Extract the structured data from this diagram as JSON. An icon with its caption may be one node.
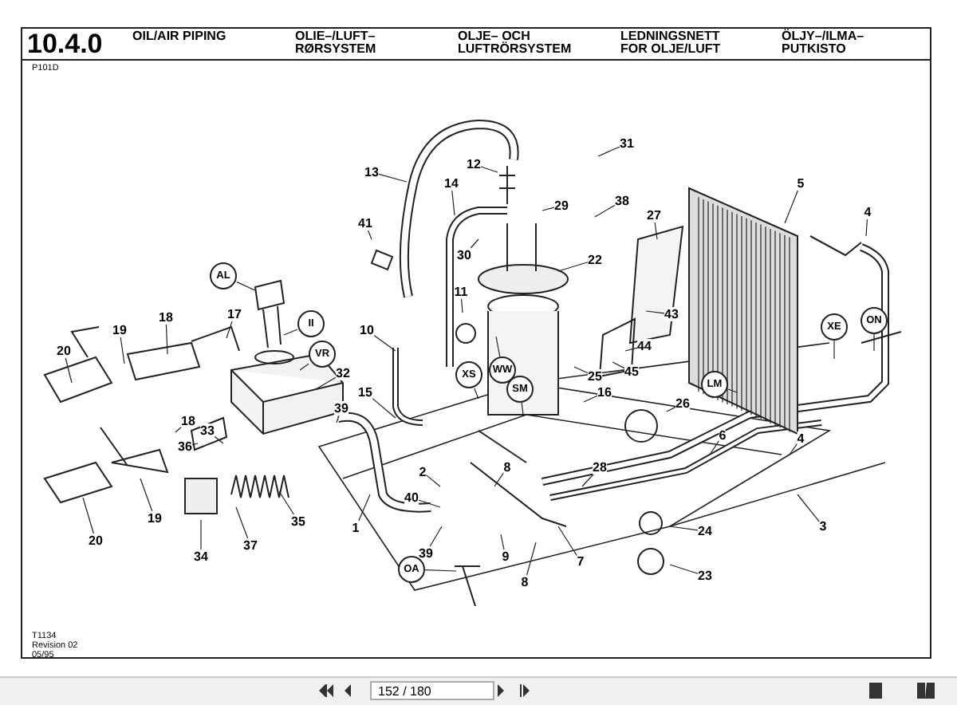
{
  "diagram": {
    "title": "10.4.0",
    "nodes": [
      {
        "text": [
          "13"
        ]
      },
      {
        "text": [
          "12"
        ]
      },
      {
        "text": [
          "31"
        ]
      },
      {
        "text": [
          "14"
        ]
      },
      {
        "text": [
          "29"
        ]
      },
      {
        "text": [
          "38"
        ]
      },
      {
        "text": [
          "41"
        ]
      },
      {
        "text": [
          "30"
        ]
      },
      {
        "text": [
          "22"
        ]
      },
      {
        "text": [
          "27"
        ]
      },
      {
        "text": [
          "5"
        ]
      },
      {
        "text": [
          "4"
        ]
      },
      {
        "text": [
          "11"
        ]
      },
      {
        "text": [
          "AL"
        ]
      },
      {
        "text": [
          "II"
        ]
      },
      {
        "text": [
          "VR"
        ]
      },
      {
        "text": [
          "17"
        ]
      },
      {
        "text": [
          "18"
        ]
      },
      {
        "text": [
          "19"
        ]
      },
      {
        "text": [
          "20"
        ]
      },
      {
        "text": [
          "10"
        ]
      },
      {
        "text": [
          "43"
        ]
      },
      {
        "text": [
          "44"
        ]
      },
      {
        "text": [
          "45"
        ]
      },
      {
        "text": [
          "25"
        ]
      },
      {
        "text": [
          "16"
        ]
      },
      {
        "text": [
          "XE"
        ]
      },
      {
        "text": [
          "ON"
        ]
      },
      {
        "text": [
          "XS"
        ]
      },
      {
        "text": [
          "WW"
        ]
      },
      {
        "text": [
          "SM"
        ]
      },
      {
        "text": [
          "LM"
        ]
      },
      {
        "text": [
          "32"
        ]
      },
      {
        "text": [
          "39"
        ]
      },
      {
        "text": [
          "15"
        ]
      },
      {
        "text": [
          "18"
        ]
      },
      {
        "text": [
          "33"
        ]
      },
      {
        "text": [
          "36"
        ]
      },
      {
        "text": [
          "26"
        ]
      },
      {
        "text": [
          "6"
        ]
      },
      {
        "text": [
          "4"
        ]
      },
      {
        "text": [
          "2"
        ]
      },
      {
        "text": [
          "28"
        ]
      },
      {
        "text": [
          "8"
        ]
      },
      {
        "text": [
          "40"
        ]
      },
      {
        "text": [
          "19"
        ]
      },
      {
        "text": [
          "35"
        ]
      },
      {
        "text": [
          "1"
        ]
      },
      {
        "text": [
          "3"
        ]
      },
      {
        "text": [
          "24"
        ]
      },
      {
        "text": [
          "20"
        ]
      },
      {
        "text": [
          "37"
        ]
      },
      {
        "text": [
          "34"
        ]
      },
      {
        "text": [
          "39"
        ]
      },
      {
        "text": [
          "9"
        ]
      },
      {
        "text": [
          "7"
        ]
      },
      {
        "text": [
          "OA"
        ]
      },
      {
        "text": [
          "8"
        ]
      },
      {
        "text": [
          "23"
        ]
      }
    ],
    "edges": [
      {
        "from": 0,
        "to": null,
        "arrow": "none"
      },
      {
        "from": 1,
        "to": null,
        "arrow": "none"
      },
      {
        "from": 2,
        "to": null,
        "arrow": "none"
      },
      {
        "from": 3,
        "to": null,
        "arrow": "none"
      },
      {
        "from": 4,
        "to": null,
        "arrow": "none"
      },
      {
        "from": 5,
        "to": null,
        "arrow": "none"
      },
      {
        "from": 6,
        "to": null,
        "arrow": "none"
      },
      {
        "from": 7,
        "to": null,
        "arrow": "none"
      },
      {
        "from": 8,
        "to": null,
        "arrow": "none"
      },
      {
        "from": 9,
        "to": null,
        "arrow": "none"
      },
      {
        "from": 10,
        "to": null,
        "arrow": "none"
      },
      {
        "from": 11,
        "to": null,
        "arrow": "none"
      },
      {
        "from": 12,
        "to": null,
        "arrow": "none"
      },
      {
        "from": 13,
        "to": null,
        "arrow": "none"
      },
      {
        "from": 14,
        "to": null,
        "arrow": "none"
      },
      {
        "from": 15,
        "to": null,
        "arrow": "none"
      },
      {
        "from": 16,
        "to": null,
        "arrow": "none"
      },
      {
        "from": 17,
        "to": null,
        "arrow": "none"
      },
      {
        "from": 18,
        "to": null,
        "arrow": "none"
      },
      {
        "from": 19,
        "to": null,
        "arrow": "none"
      },
      {
        "from": 20,
        "to": null,
        "arrow": "none"
      },
      {
        "from": 21,
        "to": null,
        "arrow": "none"
      },
      {
        "from": 22,
        "to": null,
        "arrow": "none"
      },
      {
        "from": 23,
        "to": null,
        "arrow": "none"
      },
      {
        "from": 24,
        "to": null,
        "arrow": "none"
      },
      {
        "from": 25,
        "to": null,
        "arrow": "none"
      },
      {
        "from": 26,
        "to": null,
        "arrow": "none"
      },
      {
        "from": 27,
        "to": null,
        "arrow": "none"
      },
      {
        "from": 28,
        "to": null,
        "arrow": "none"
      },
      {
        "from": 29,
        "to": null,
        "arrow": "none"
      },
      {
        "from": 30,
        "to": null,
        "arrow": "none"
      },
      {
        "from": 31,
        "to": null,
        "arrow": "none"
      },
      {
        "from": 32,
        "to": null,
        "arrow": "none"
      },
      {
        "from": 33,
        "to": null,
        "arrow": "none"
      },
      {
        "from": 34,
        "to": null,
        "arrow": "none"
      },
      {
        "from": 35,
        "to": null,
        "arrow": "none"
      },
      {
        "from": 36,
        "to": null,
        "arrow": "none"
      },
      {
        "from": 37,
        "to": null,
        "arrow": "none"
      },
      {
        "from": 38,
        "to": null,
        "arrow": "none"
      },
      {
        "from": 39,
        "to": null,
        "arrow": "none"
      },
      {
        "from": 40,
        "to": null,
        "arrow": "none"
      },
      {
        "from": 41,
        "to": null,
        "arrow": "none"
      },
      {
        "from": 42,
        "to": null,
        "arrow": "none"
      },
      {
        "from": 43,
        "to": null,
        "arrow": "none"
      },
      {
        "from": 44,
        "to": null,
        "arrow": "none"
      },
      {
        "from": 45,
        "to": null,
        "arrow": "none"
      },
      {
        "from": 46,
        "to": null,
        "arrow": "none"
      },
      {
        "from": 47,
        "to": null,
        "arrow": "none"
      },
      {
        "from": 48,
        "to": null,
        "arrow": "none"
      },
      {
        "from": 49,
        "to": null,
        "arrow": "none"
      },
      {
        "from": 50,
        "to": null,
        "arrow": "none"
      },
      {
        "from": 51,
        "to": null,
        "arrow": "none"
      },
      {
        "from": 52,
        "to": null,
        "arrow": "none"
      },
      {
        "from": 53,
        "to": null,
        "arrow": "none"
      },
      {
        "from": 54,
        "to": null,
        "arrow": "none"
      },
      {
        "from": 55,
        "to": null,
        "arrow": "none"
      },
      {
        "from": 56,
        "to": null,
        "arrow": "none"
      },
      {
        "from": 57,
        "to": null,
        "arrow": "none"
      },
      {
        "from": 58,
        "to": null,
        "arrow": "none"
      }
    ],
    "labels": [
      "OIL/AIR PIPING",
      "OLIE–/LUFT– RØRSYSTEM",
      "OLJE– OCH LUFTRÖRSYSTEM",
      "LEDNINGSNETT FOR OLJE/LUFT",
      "ÖLJY–/ILMA– PUTKISTO",
      "P101D",
      "T1134",
      "Revision 02",
      "05/95",
      "152 / 180"
    ]
  }
}
